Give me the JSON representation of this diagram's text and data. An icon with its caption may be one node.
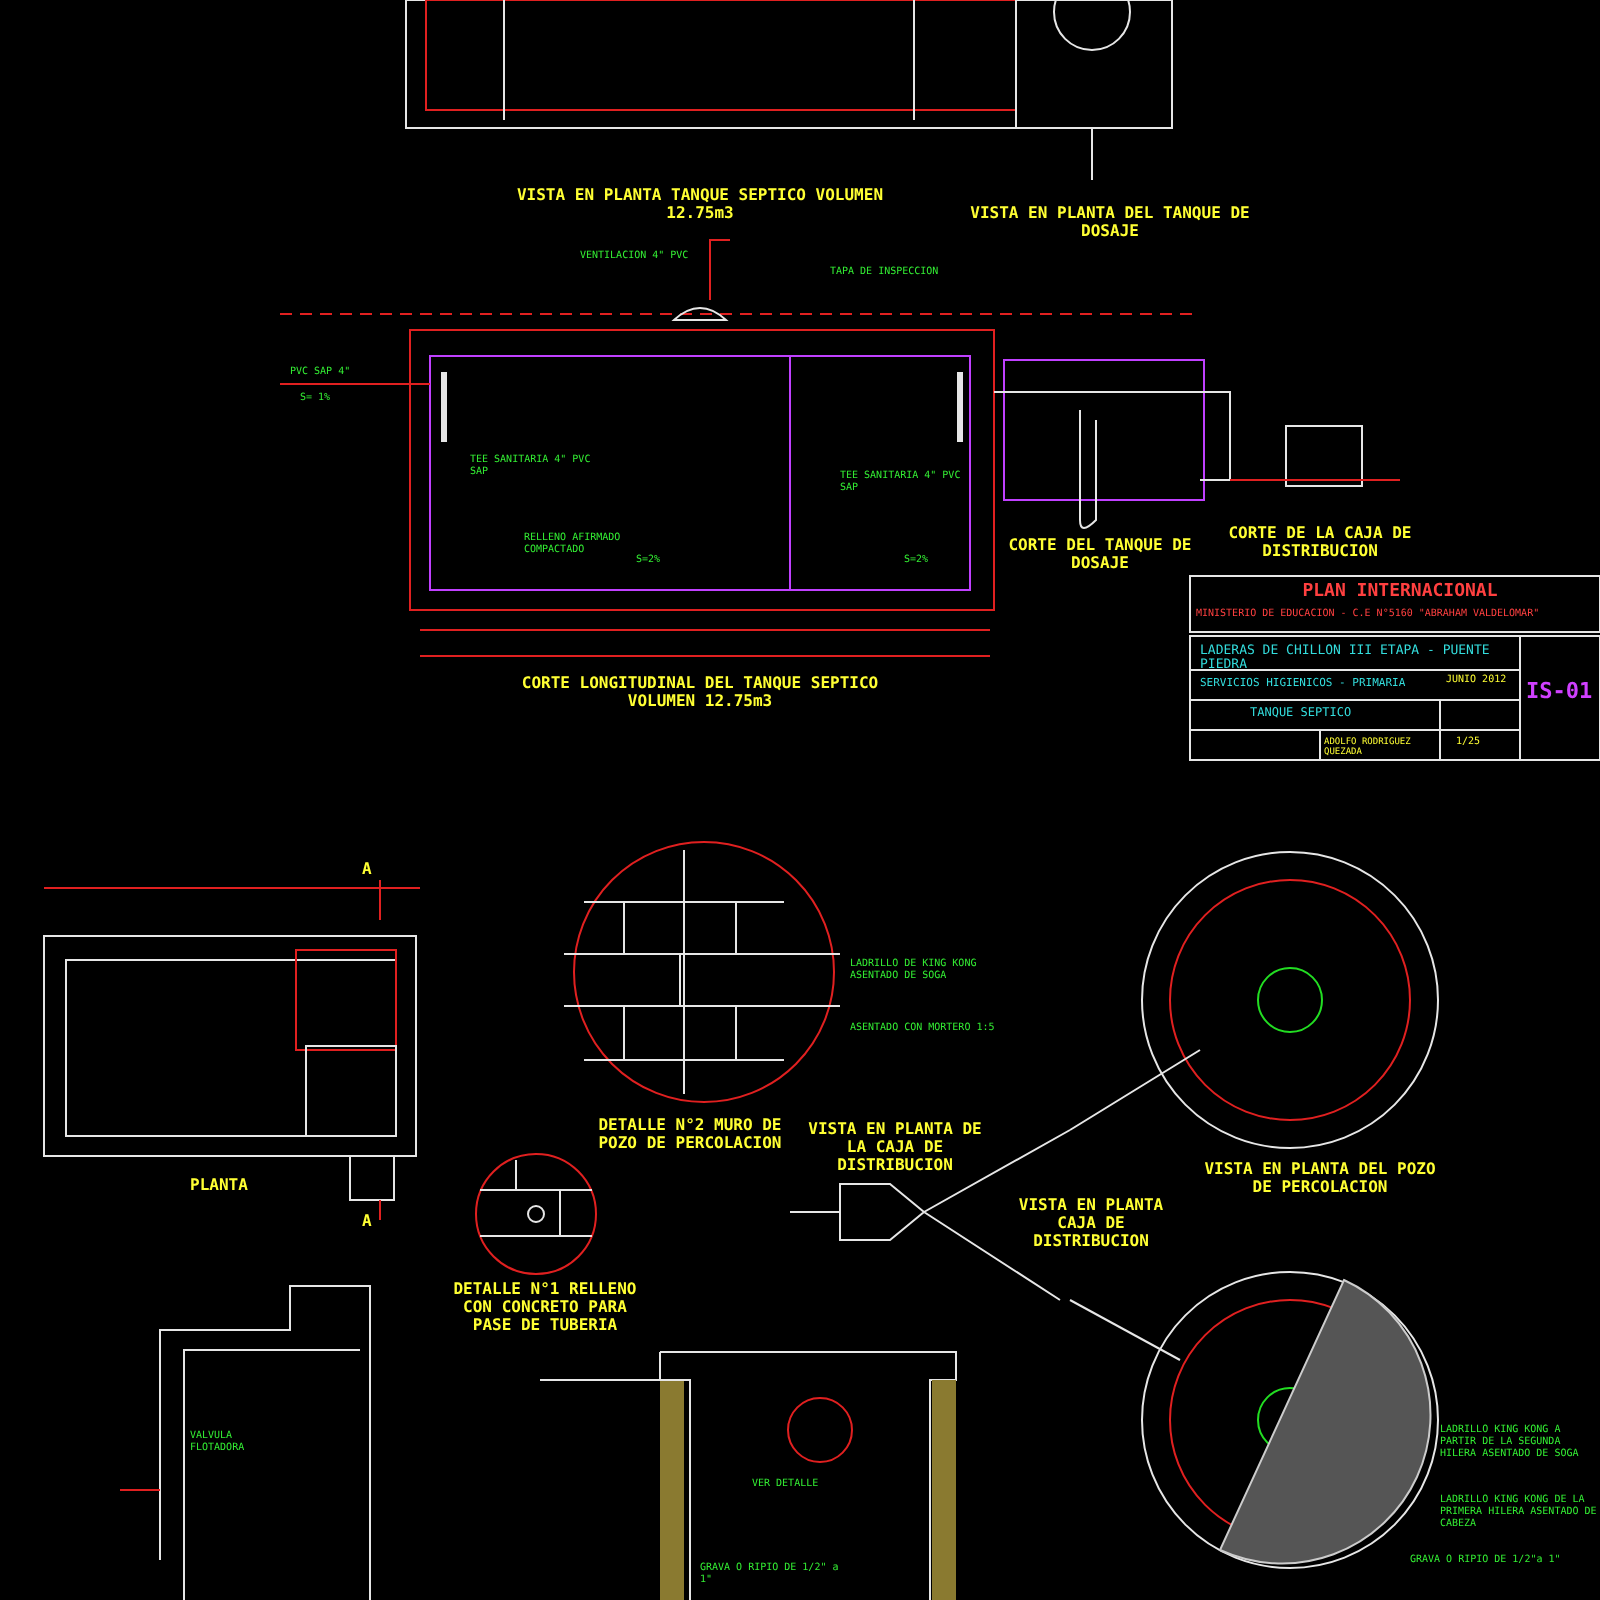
{
  "diagram": {
    "labels": [
      "VISTA EN PLANTA TANQUE SEPTICO VOLUMEN 12.75m3",
      "VISTA EN PLANTA DEL TANQUE DE DOSAJE",
      "VENTILACION 4\" PVC",
      "TAPA DE INSPECCION",
      "PVC SAP 4\"",
      "S= 1%",
      "TEE SANITARIA 4\" PVC SAP",
      "TEE SANITARIA 4\" PVC SAP",
      "RELLENO AFIRMADO COMPACTADO",
      "S=2%",
      "S=2%",
      "CORTE DEL TANQUE DE DOSAJE",
      "CORTE DE LA CAJA DE DISTRIBUCION",
      "CORTE LONGITUDINAL DEL TANQUE SEPTICO VOLUMEN 12.75m3",
      "PLAN INTERNACIONAL",
      "MINISTERIO DE EDUCACION - C.E N°5160 \"ABRAHAM VALDELOMAR\"",
      "LADERAS DE CHILLON III ETAPA - PUENTE PIEDRA",
      "SERVICIOS HIGIENICOS - PRIMARIA",
      "JUNIO 2012",
      "IS-01",
      "TANQUE SEPTICO",
      "ADOLFO RODRIGUEZ QUEZADA",
      "1/25",
      "A",
      "PLANTA",
      "A",
      "LADRILLO DE KING KONG ASENTADO DE SOGA",
      "ASENTADO CON MORTERO 1:5",
      "DETALLE N°2 MURO DE POZO DE PERCOLACION",
      "VISTA EN PLANTA DE LA CAJA DE DISTRIBUCION",
      "VISTA EN PLANTA CAJA DE DISTRIBUCION",
      "VISTA EN PLANTA DEL POZO DE PERCOLACION",
      "DETALLE N°1 RELLENO CON CONCRETO PARA PASE DE TUBERIA",
      "VALVULA FLOTADORA",
      "VER DETALLE",
      "GRAVA O RIPIO DE 1/2\" a 1\"",
      "LADRILLO KING KONG A PARTIR DE LA SEGUNDA HILERA ASENTADO DE SOGA",
      "LADRILLO KING KONG DE LA PRIMERA HILERA ASENTADO DE CABEZA",
      "GRAVA O RIPIO DE 1/2\"a 1\""
    ]
  }
}
